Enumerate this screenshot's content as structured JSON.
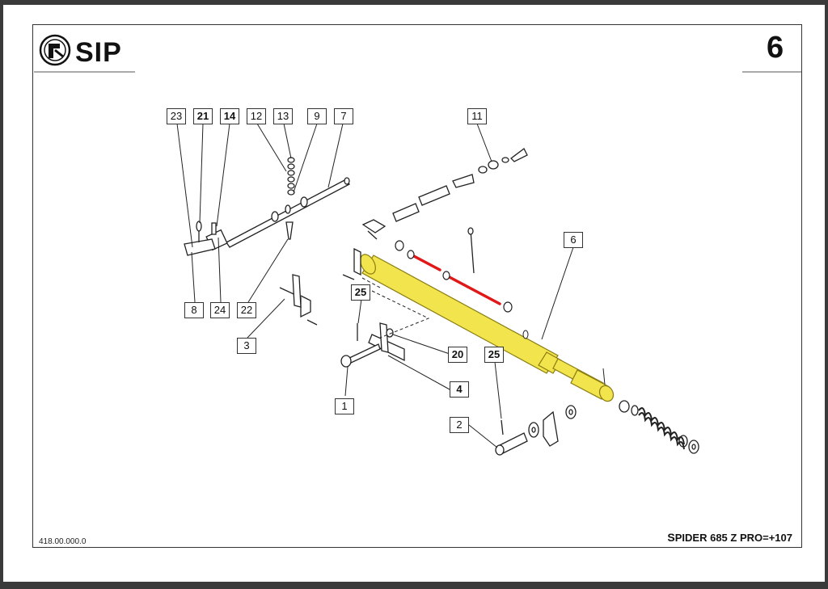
{
  "header": {
    "brand": "SIP",
    "page_number": "6"
  },
  "footer": {
    "doc_code": "418.00.000.0",
    "model_first": "S",
    "model_rest": "PIDER 685 Z PRO=+107"
  },
  "callouts": {
    "c23": "23",
    "c21": "21",
    "c14": "14",
    "c12": "12",
    "c13": "13",
    "c9": "9",
    "c7": "7",
    "c11": "11",
    "c6": "6",
    "c25a": "25",
    "c8": "8",
    "c24": "24",
    "c22": "22",
    "c3": "3",
    "c20": "20",
    "c25b": "25",
    "c4": "4",
    "c1": "1",
    "c2": "2"
  },
  "colors": {
    "highlight_part": "#f2e44c",
    "highlight_outline": "#b0a020",
    "red_marks": "#e01818",
    "line_art": "#222222"
  },
  "icons": {
    "logo": "sip-logo-emblem-icon"
  }
}
